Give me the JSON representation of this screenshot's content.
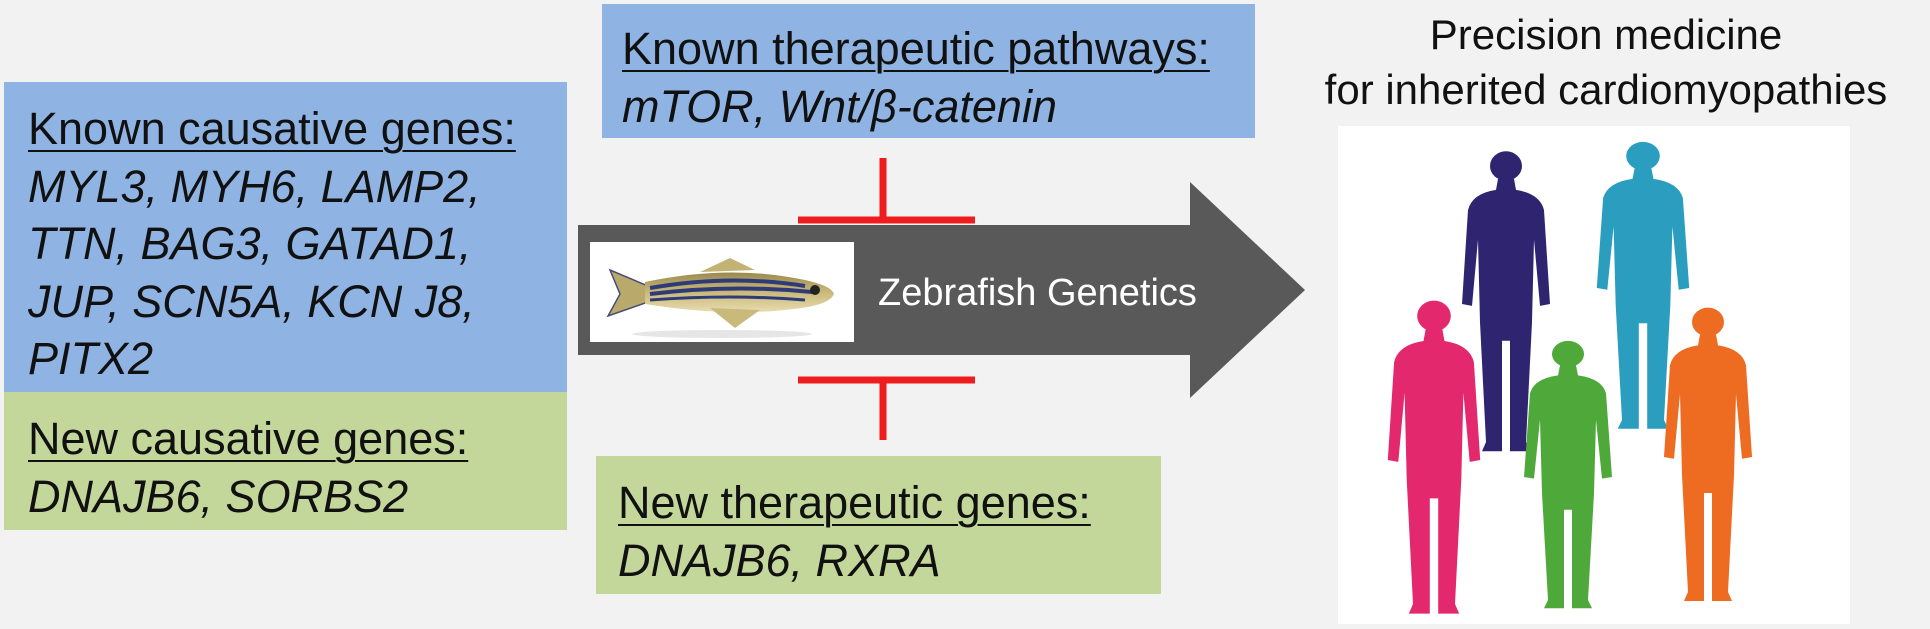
{
  "known_causative": {
    "heading": "Known causative genes:",
    "lines": [
      "MYL3, MYH6, LAMP2,",
      "TTN, BAG3, GATAD1,",
      "JUP, SCN5A, KCN J8,",
      "PITX2"
    ]
  },
  "new_causative": {
    "heading": "New causative genes:",
    "lines": [
      "DNAJB6, SORBS2"
    ]
  },
  "known_pathways": {
    "heading": "Known therapeutic pathways:",
    "lines": [
      "mTOR, Wnt/β-catenin"
    ]
  },
  "new_therapeutic": {
    "heading": "New therapeutic genes:",
    "lines": [
      "DNAJB6, RXRA"
    ]
  },
  "arrow": {
    "label": "Zebrafish Genetics"
  },
  "precision": {
    "line1": "Precision medicine",
    "line2": "for inherited cardiomyopathies"
  },
  "colors": {
    "blue_box": "#8fb4e3",
    "green_box": "#c4d79b",
    "arrow": "#595959",
    "inhibitor": "#ee1c1c",
    "people": [
      "#2e2470",
      "#2b9ec0",
      "#e4286e",
      "#4ea83a",
      "#ee6b22"
    ]
  }
}
